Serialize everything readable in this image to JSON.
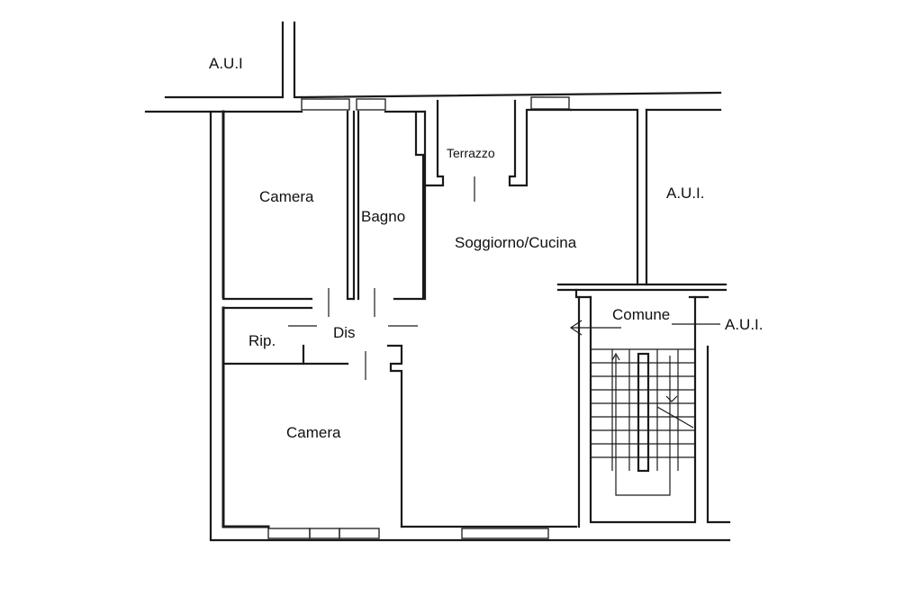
{
  "rooms": {
    "aui_top_left": "A.U.I",
    "aui_right": "A.U.I.",
    "aui_landing": "A.U.I.",
    "camera_top": "Camera",
    "bagno": "Bagno",
    "terrazzo": "Terrazzo",
    "soggiorno_cucina": "Soggiorno/Cucina",
    "rip": "Rip.",
    "dis": "Dis",
    "camera_bottom": "Camera",
    "comune": "Comune"
  }
}
